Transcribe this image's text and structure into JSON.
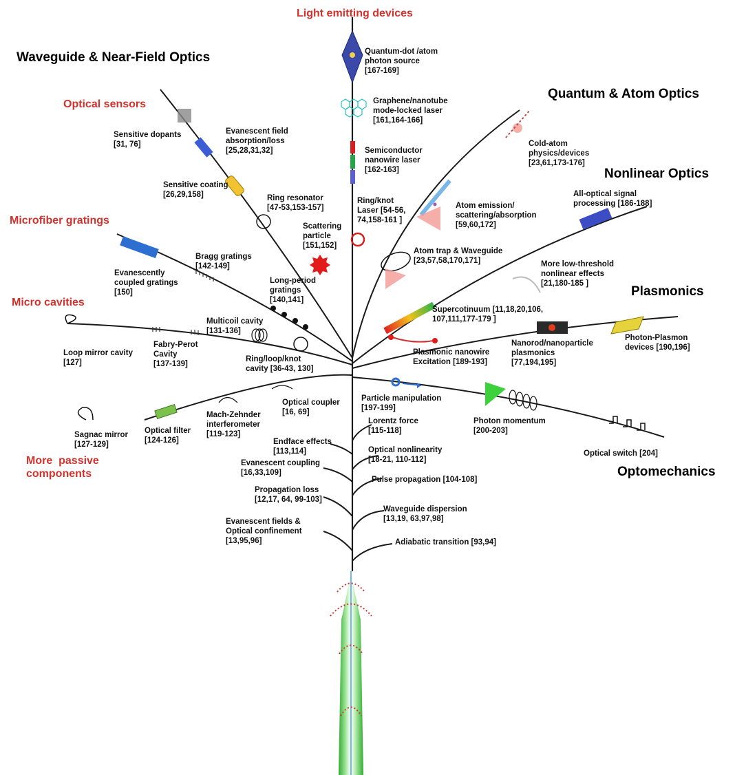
{
  "colors": {
    "accent_red": "#d2322d",
    "stem_green": "#37c23a",
    "branch": "#1a1a1a"
  },
  "categories": {
    "waveguide": "Waveguide & Near-Field Optics",
    "quantum": "Quantum & Atom Optics",
    "nonlinear": "Nonlinear Optics",
    "plasmonics": "Plasmonics",
    "optomechanics": "Optomechanics"
  },
  "subcategories": {
    "light_emitting": "Light emitting devices",
    "optical_sensors": "Optical sensors",
    "microfiber_gratings": "Microfiber gratings",
    "micro_cavities": "Micro cavities",
    "passive": "More  passive\ncomponents"
  },
  "labels": {
    "qd_source": "Quantum-dot /atom\nphoton source\n[167-169]",
    "graphene_laser": "Graphene/nanotube\nmode-locked laser\n[161,164-166]",
    "semi_laser": "Semiconductor\nnanowire laser\n[162-163]",
    "ring_laser": "Ring/knot\nLaser [54-56,\n74,158-161 ]",
    "sensitive_dopants": "Sensitive dopants\n[31, 76]",
    "evanescent_absorption": "Evanescent field\nabsorption/loss\n[25,28,31,32]",
    "sensitive_coating": "Sensitive coating\n[26,29,158]",
    "ring_resonator": "Ring resonator\n[47-53,153-157]",
    "scattering_particle": "Scattering\nparticle\n[151,152]",
    "bragg": "Bragg gratings\n[142-149]",
    "evanescent_gratings": "Evanescently\ncoupled gratings\n[150]",
    "long_period": "Long-period\ngratings\n[140,141]",
    "multicoil": "Multicoil cavity\n[131-136]",
    "loop_mirror": "Loop mirror cavity\n[127]",
    "fabry_perot": "Fabry-Perot\nCavity\n[137-139]",
    "ring_loop_knot": "Ring/loop/knot\ncavity [36-43, 130]",
    "cold_atom": "Cold-atom\nphysics/devices\n[23,61,173-176]",
    "atom_emission": "Atom emission/\nscattering/absorption\n[59,60,172]",
    "atom_trap": "Atom trap & Waveguide\n[23,57,58,170,171]",
    "all_optical": "All-optical signal\nprocessing [186-188]",
    "low_threshold": "More low-threshold\nnonlinear effects\n[21,180-185 ]",
    "supercontinuum": "Supercotinuum [11,18,20,106,\n107,111,177-179 ]",
    "plasmonic_nanowire": "Plasmonic nanowire\nExcitation [189-193]",
    "nanorod": "Nanorod/nanoparticle\nplasmonics\n[77,194,195]",
    "photon_plasmon": "Photon-Plasmon\ndevices [190,196]",
    "optical_coupler": "Optical coupler\n[16, 69]",
    "mach_zehnder": "Mach-Zehnder\ninterferometer\n[119-123]",
    "optical_filter": "Optical filter\n[124-126]",
    "sagnac": "Sagnac mirror\n[127-129]",
    "particle_manipulation": "Particle manipulation\n[197-199]",
    "photon_momentum": "Photon momentum\n[200-203]",
    "optical_switch": "Optical switch [204]",
    "lorentz": "Lorentz force\n[115-118]",
    "endface": "Endface effects\n[113,114]",
    "optical_nonlinearity": "Optical nonlinearity\n[18-21, 110-112]",
    "evanescent_coupling": "Evanescent coupling\n[16,33,109]",
    "pulse_propagation": "Pulse propagation [104-108]",
    "propagation_loss": "Propagation loss\n[12,17, 64, 99-103]",
    "waveguide_dispersion": "Waveguide dispersion\n[13,19, 63,97,98]",
    "evanescent_fields": "Evanescent fields &\nOptical confinement\n[13,95,96]",
    "adiabatic": "Adiabatic transition [93,94]"
  }
}
